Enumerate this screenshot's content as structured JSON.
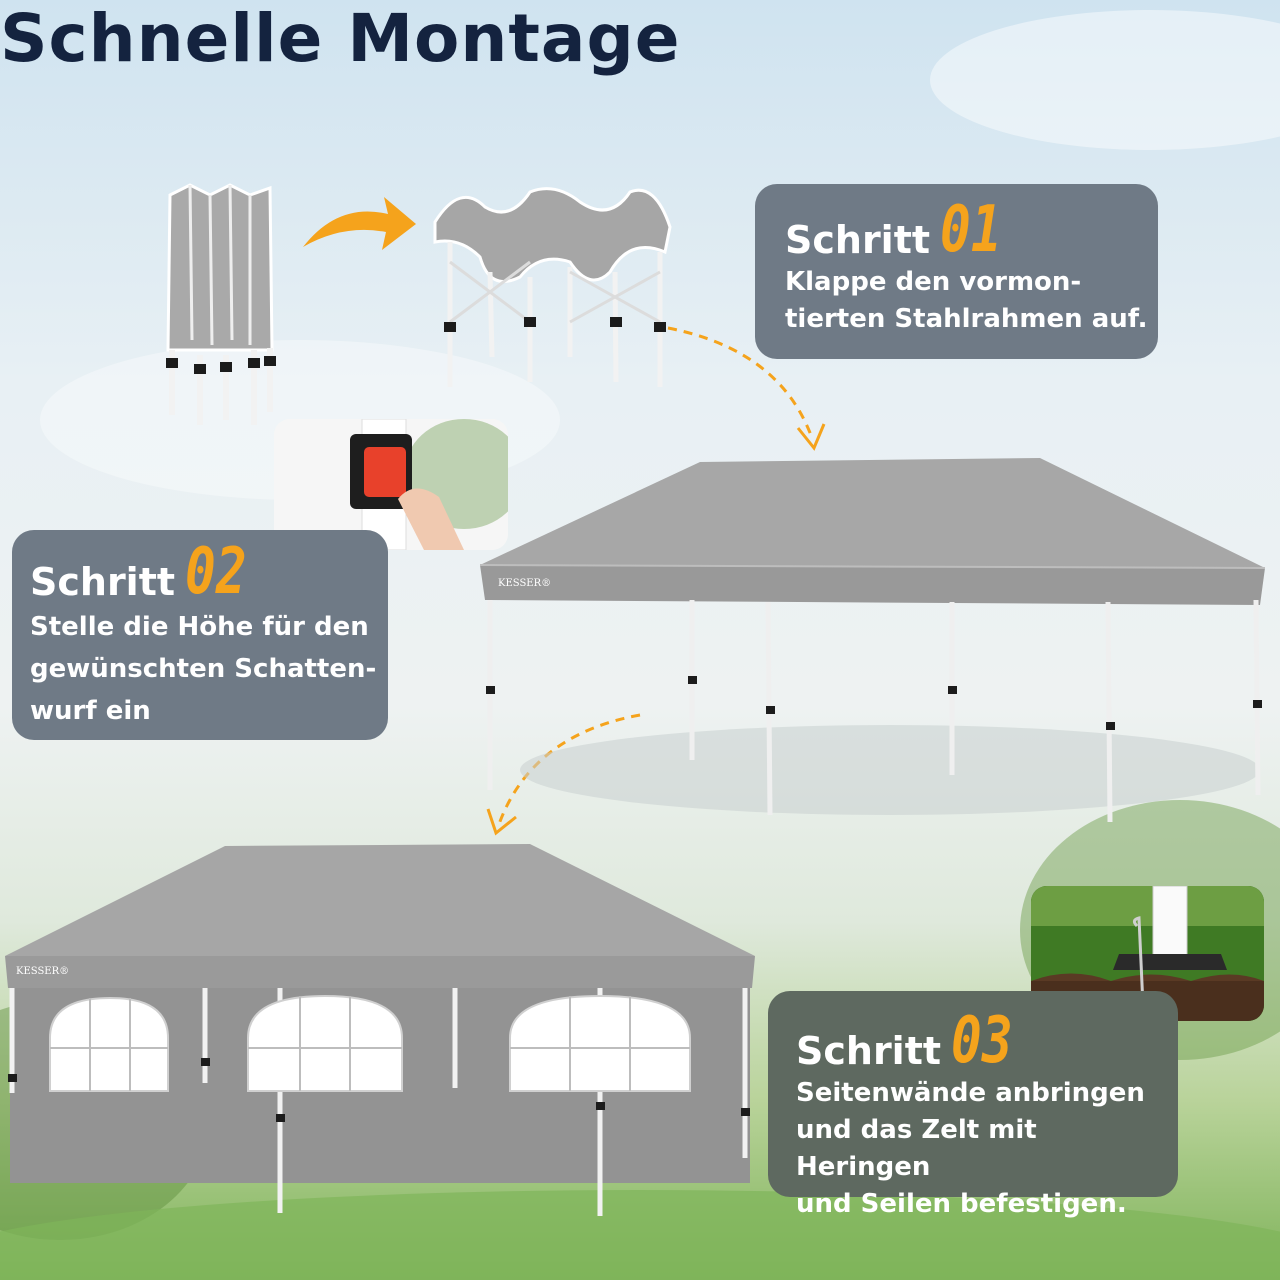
{
  "title": "Schnelle Montage",
  "steps": [
    {
      "word": "Schritt",
      "number": "01",
      "lines": [
        "Klappe den vormon-",
        "tierten Stahlrahmen auf."
      ]
    },
    {
      "word": "Schritt",
      "number": "02",
      "lines": [
        "Stelle die Höhe für den",
        "gewünschten Schatten-",
        "wurf ein"
      ]
    },
    {
      "word": "Schritt",
      "number": "03",
      "lines": [
        "Seitenwände anbringen",
        "und das Zelt mit Heringen",
        "und Seilen befestigen."
      ]
    }
  ],
  "brand_logo": "KESSER®",
  "colors": {
    "title": "#14233f",
    "accent_orange": "#f5a31c",
    "card_gray": "#6f7a86",
    "card_green_gray": "#5e6960",
    "canopy_gray": "#9c9c9c",
    "frame_white": "#f2f2f2"
  },
  "icons": [
    "arrow-right-icon",
    "dashed-arrow-icon",
    "push-button-icon",
    "ground-stake-icon"
  ]
}
